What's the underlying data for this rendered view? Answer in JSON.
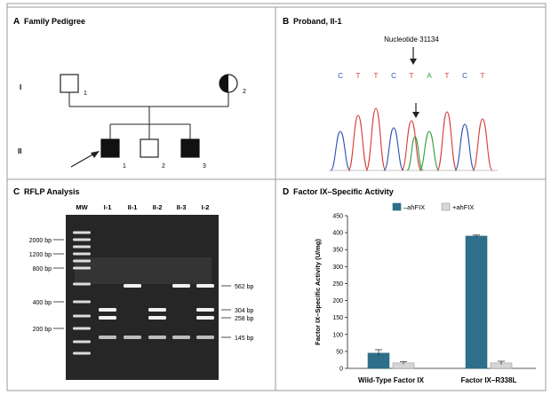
{
  "panels": {
    "A": {
      "letter": "A",
      "title": "Family Pedigree"
    },
    "B": {
      "letter": "B",
      "title": "Proband, II-1"
    },
    "C": {
      "letter": "C",
      "title": "RFLP Analysis"
    },
    "D": {
      "letter": "D",
      "title": "Factor IX–Specific Activity"
    }
  },
  "pedigree": {
    "generations": [
      "I",
      "II"
    ],
    "gen1": [
      {
        "label": "1",
        "sex": "male",
        "status": "unaffected"
      },
      {
        "label": "2",
        "sex": "female",
        "status": "carrier"
      }
    ],
    "gen2": [
      {
        "label": "1",
        "sex": "male",
        "status": "affected",
        "proband": true
      },
      {
        "label": "2",
        "sex": "male",
        "status": "unaffected"
      },
      {
        "label": "3",
        "sex": "male",
        "status": "affected"
      }
    ]
  },
  "sequence": {
    "label": "Nucleotide 31134",
    "bases": [
      "C",
      "T",
      "T",
      "C",
      "T",
      "A",
      "T",
      "C",
      "T"
    ],
    "colors": {
      "A": "#2e9e3a",
      "C": "#2a4fb0",
      "G": "#222222",
      "T": "#d83a3a"
    }
  },
  "gel": {
    "lanes": [
      "MW",
      "I-1",
      "II-1",
      "II-2",
      "II-3",
      "I-2"
    ],
    "ladder": [
      "2000 bp",
      "1200 bp",
      "800 bp",
      "400 bp",
      "200 bp"
    ],
    "band_sizes": [
      "562 bp",
      "304 bp",
      "258 bp",
      "145 bp"
    ],
    "lane_bands": {
      "I-1": [
        "304 bp",
        "258 bp",
        "145 bp"
      ],
      "II-1": [
        "562 bp",
        "145 bp"
      ],
      "II-2": [
        "304 bp",
        "258 bp",
        "145 bp"
      ],
      "II-3": [
        "562 bp",
        "145 bp"
      ],
      "I-2": [
        "562 bp",
        "304 bp",
        "258 bp",
        "145 bp"
      ]
    }
  },
  "chart_data": {
    "type": "bar",
    "title": "",
    "ylabel": "Factor IX–Specific Activity (U/mg)",
    "xlabel": "",
    "categories": [
      "Wild-Type Factor IX",
      "Factor IX–R338L"
    ],
    "series": [
      {
        "name": "–ahFIX",
        "values": [
          45,
          390
        ],
        "errors": [
          10,
          3
        ],
        "color": "#2f6f8a"
      },
      {
        "name": "+ahFIX",
        "values": [
          16,
          16
        ],
        "errors": [
          4,
          5
        ],
        "color": "#d6d6d6"
      }
    ],
    "ylim": [
      0,
      450
    ],
    "yticks": [
      "0",
      "50",
      "100",
      "150",
      "200",
      "250",
      "300",
      "350",
      "400",
      "450"
    ],
    "legend": "top-right",
    "grid": false
  }
}
